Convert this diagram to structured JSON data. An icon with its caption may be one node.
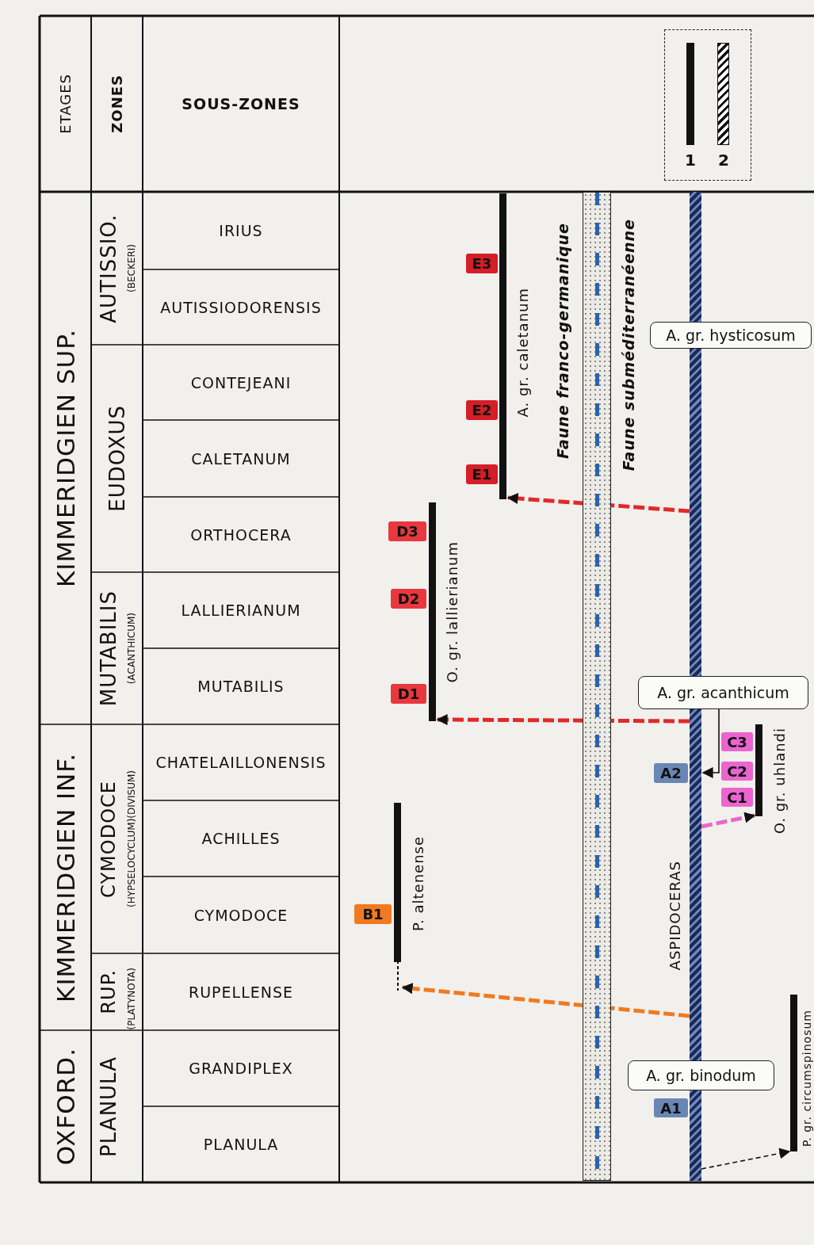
{
  "diagram": {
    "nodes": [
      {
        "text": [],
        "shape": "bar",
        "beside": [
          "A. gr. caletanum"
        ]
      },
      {
        "text": [
          "E3"
        ]
      },
      {
        "text": [
          "E2"
        ]
      },
      {
        "text": [
          "E1"
        ]
      },
      {
        "text": [
          "A. gr. hysticosum"
        ]
      },
      {
        "text": [],
        "shape": "bar",
        "beside": [
          "O. gr. lallierianum"
        ]
      },
      {
        "text": [
          "D3"
        ]
      },
      {
        "text": [
          "D2"
        ]
      },
      {
        "text": [
          "D1"
        ]
      },
      {
        "text": [
          "A. gr. acanthicum"
        ]
      },
      {
        "text": [
          "C3"
        ]
      },
      {
        "text": [
          "C2"
        ]
      },
      {
        "text": [
          "C1"
        ]
      },
      {
        "text": [
          "A2"
        ]
      },
      {
        "text": [],
        "shape": "bar",
        "beside": [
          "O. gr. uhlandi"
        ]
      },
      {
        "text": [],
        "shape": "bar",
        "beside": [
          "P. altenense"
        ]
      },
      {
        "text": [
          "B1"
        ]
      },
      {
        "text": [],
        "shape": "bar",
        "beside": [
          "ASPIDOCERAS"
        ]
      },
      {
        "text": [
          "A. gr. binodum"
        ]
      },
      {
        "text": [
          "A1"
        ]
      },
      {
        "text": [],
        "shape": "bar",
        "beside": [
          "P. gr. circumspinosum"
        ]
      }
    ],
    "edges": [
      {
        "from": 17,
        "to": 0,
        "arrow": "to",
        "style": "dashed",
        "color": "#e02a2a"
      },
      {
        "from": 17,
        "to": 5,
        "arrow": "to",
        "style": "dashed",
        "color": "#e02a2a"
      },
      {
        "from": 9,
        "to": 17,
        "arrow": "to",
        "color": "#111111"
      },
      {
        "from": 17,
        "to": 14,
        "arrow": "to",
        "style": "dashed",
        "color": "#e868c8"
      },
      {
        "from": 17,
        "to": 15,
        "arrow": "to",
        "style": "dashed",
        "color": "#f07a20"
      },
      {
        "from": 17,
        "to": 20,
        "arrow": "to",
        "style": "dashed",
        "color": "#111111"
      }
    ],
    "labels": [
      "ETAGES",
      "ZONES",
      "SOUS-ZONES",
      "KIMMERIDGIEN SUP.",
      "AUTISSIO.",
      "(BECKERI)",
      "IRIUS",
      "AUTISSIODORENSIS",
      "EUDOXUS",
      "CONTEJEANI",
      "CALETANUM",
      "ORTHOCERA",
      "MUTABILIS",
      "(ACANTHICUM)",
      "LALLIERIANUM",
      "MUTABILIS",
      "KIMMERIDGIEN INF.",
      "CYMODOCE",
      "(HYPSELOCYCLUM)(DIVISUM)",
      "CHATELAILLONENSIS",
      "ACHILLES",
      "CYMODOCE",
      "RUP.",
      "(PLATYNOTA)",
      "RUPELLENSE",
      "OXFORD.",
      "PLANULA",
      "GRANDIPLEX",
      "PLANULA",
      "Faune franco-germanique",
      "Faune subméditerranéenne"
    ],
    "legend": [
      {
        "text": "1"
      },
      {
        "text": "2"
      }
    ]
  }
}
